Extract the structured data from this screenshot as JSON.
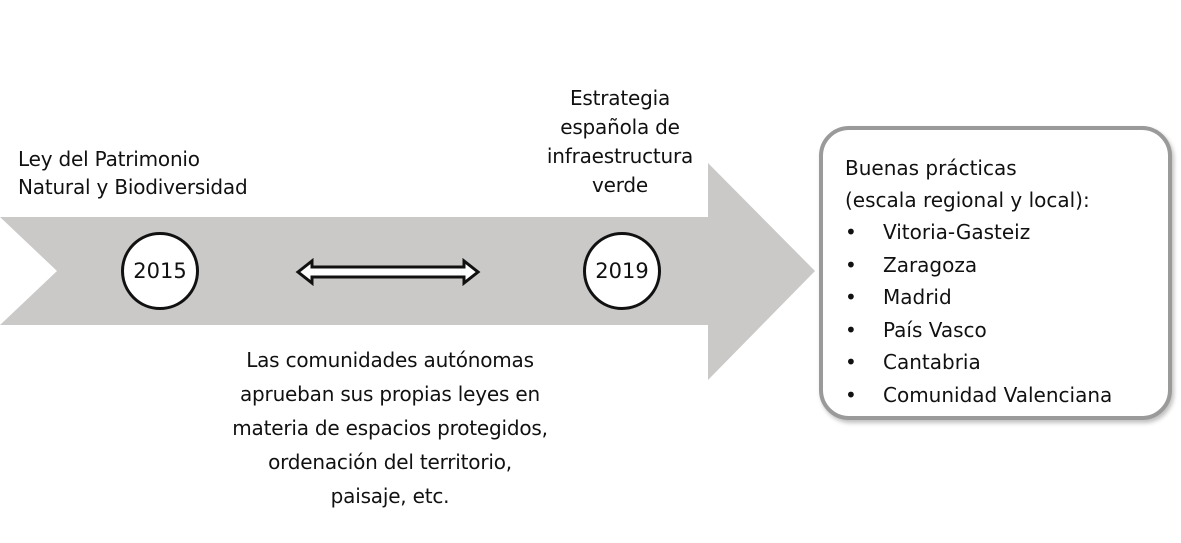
{
  "colors": {
    "arrow_fill": "#cac9c8",
    "box_border": "#9a9a9a",
    "circle_border": "#111111",
    "text": "#111111"
  },
  "timeline": {
    "events": [
      {
        "year": "2015",
        "label_lines": [
          "Ley del Patrimonio",
          "Natural y Biodiversidad"
        ]
      },
      {
        "year": "2019",
        "label_lines": [
          "Estrategia",
          "española de",
          "infraestructura",
          "verde"
        ]
      }
    ],
    "interval": {
      "icon": "double-headed-arrow-icon",
      "description_lines": [
        "Las comunidades autónomas",
        "aprueban sus propias leyes en",
        "materia de espacios protegidos,",
        "ordenación del territorio,",
        "paisaje, etc."
      ]
    }
  },
  "good_practices_box": {
    "title_lines": [
      "Buenas prácticas",
      "(escala regional y local):"
    ],
    "bullet": "•",
    "items": [
      "Vitoria-Gasteiz",
      "Zaragoza",
      "Madrid",
      "País Vasco",
      "Cantabria",
      "Comunidad Valenciana"
    ]
  }
}
